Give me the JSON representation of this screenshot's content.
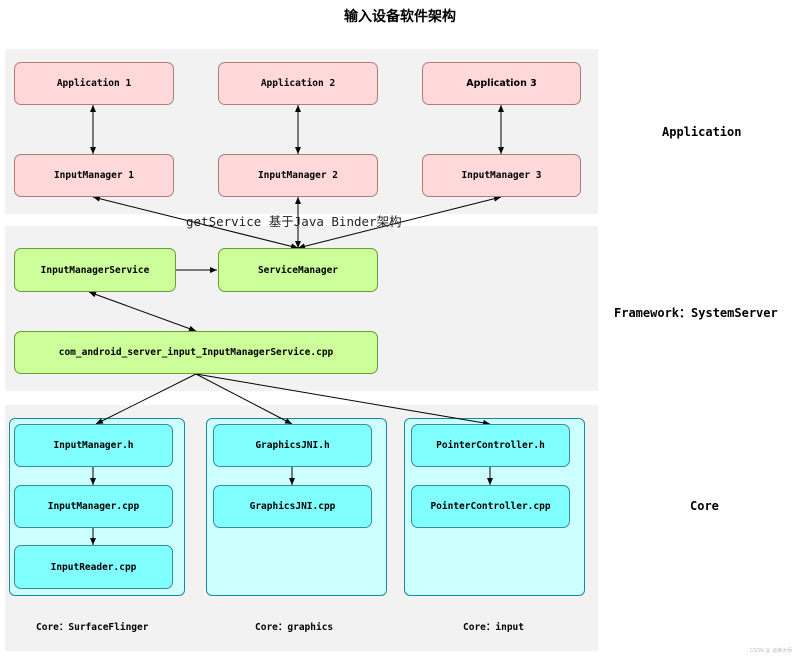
{
  "title": "输入设备软件架构",
  "layers": {
    "application": "Application",
    "framework": "Framework：SystemServer",
    "core": "Core"
  },
  "app_boxes": [
    "Application 1",
    "Application 2",
    "Application 3"
  ],
  "manager_boxes": [
    "InputManager 1",
    "InputManager 2",
    "InputManager 3"
  ],
  "framework_boxes": {
    "ims": "InputManagerService",
    "sm": "ServiceManager",
    "jni": "com_android_server_input_InputManagerService.cpp"
  },
  "edge_label": "getService 基于Java Binder架构",
  "core_modules": [
    {
      "label": "Core：SurfaceFlinger",
      "boxes": [
        "InputManager.h",
        "InputManager.cpp",
        "InputReader.cpp"
      ]
    },
    {
      "label": "Core：graphics",
      "boxes": [
        "GraphicsJNI.h",
        "GraphicsJNI.cpp"
      ]
    },
    {
      "label": "Core：input",
      "boxes": [
        "PointerController.h",
        "PointerController.cpp"
      ]
    }
  ],
  "watermark": "CSDN @ 运维大师",
  "colors": {
    "band": "#f2f2f2",
    "app_fill": "#ffd9d9",
    "framework_fill": "#ccff99",
    "module_fill": "#ccffff",
    "core_box_fill": "#80ffff"
  }
}
